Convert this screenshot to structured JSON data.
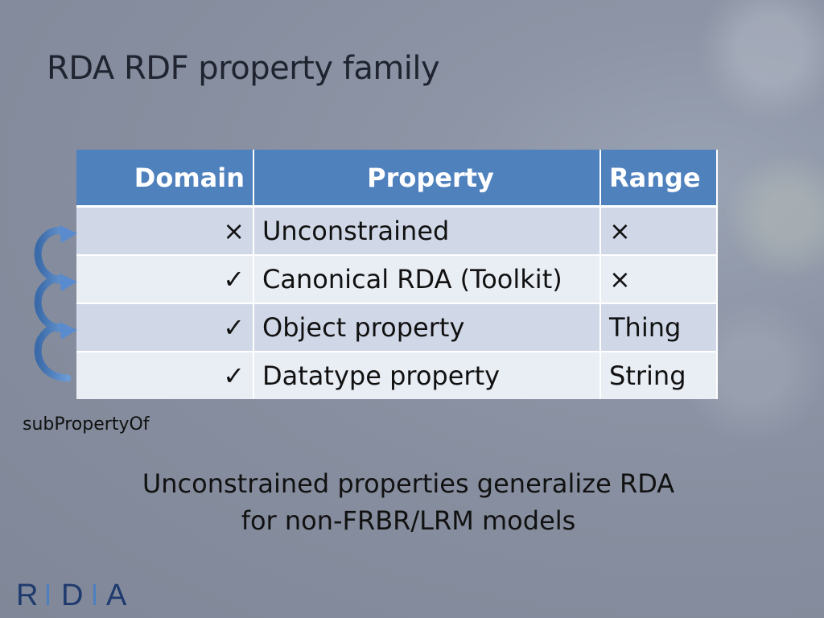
{
  "slide": {
    "title": "RDA RDF property family",
    "table": {
      "headers": {
        "domain": "Domain",
        "property": "Property",
        "range": "Range"
      },
      "rows": [
        {
          "domain": "×",
          "property": "Unconstrained",
          "range": "×"
        },
        {
          "domain": "✓",
          "property": "Canonical RDA (Toolkit)",
          "range": "×"
        },
        {
          "domain": "✓",
          "property": "Object property",
          "range": "Thing"
        },
        {
          "domain": "✓",
          "property": "Datatype property",
          "range": "String"
        }
      ]
    },
    "arrows_label": "subPropertyOf",
    "caption_line1": "Unconstrained properties generalize RDA",
    "caption_line2": "for non-FRBR/LRM models",
    "logo_text": "R|D|A",
    "colors": {
      "header": "#4f81bd",
      "row_odd": "#d0d8e8",
      "row_even": "#e9edf4",
      "arrow": "#4f81bd"
    }
  }
}
